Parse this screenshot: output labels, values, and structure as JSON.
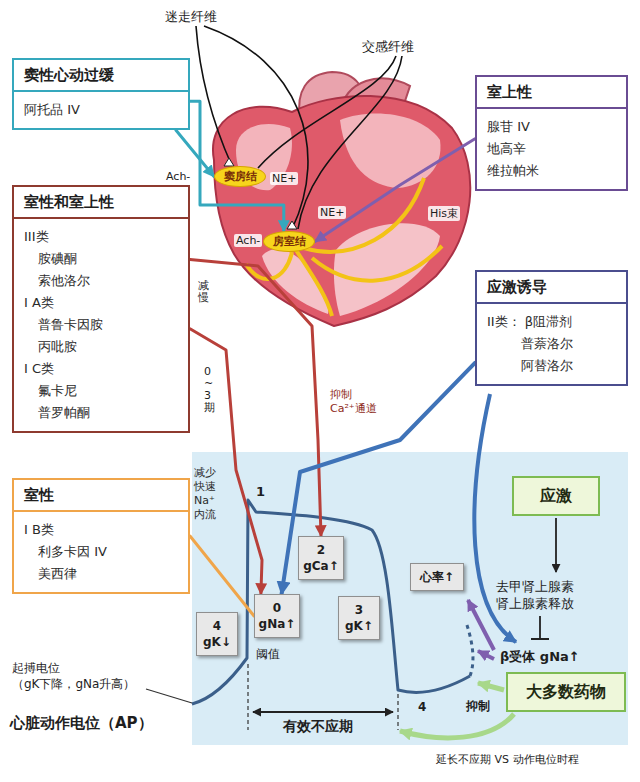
{
  "diagram": {
    "nodes": [
      {
        "text": [
          "窦性心动过缓",
          "阿托品 IV"
        ]
      },
      {
        "text": [
          "室上性",
          "腺苷 IV 地高辛 维拉帕米"
        ]
      },
      {
        "text": [
          "室性和室上性",
          "III类 胺碘酮 索他洛尔 I A类 普鲁卡因胺 丙吡胺 I C类 氟卡尼 普罗帕酮"
        ]
      },
      {
        "text": [
          "应激诱导",
          "II类： β阻滞剂 普萘洛尔 阿替洛尔"
        ]
      },
      {
        "text": [
          "室性",
          "I B类 利多卡因 IV 美西律"
        ]
      },
      {
        "text": [
          "窦房结"
        ]
      },
      {
        "text": [
          "房室结"
        ]
      },
      {
        "text": [
          "应激"
        ]
      },
      {
        "text": [
          "2 gCa↑"
        ]
      },
      {
        "text": [
          "0 gNa↑"
        ]
      },
      {
        "text": [
          "3 gK↑"
        ]
      },
      {
        "text": [
          "4 gK↓"
        ]
      },
      {
        "text": [
          "心率↑"
        ]
      },
      {
        "text": [
          "大多数药物"
        ]
      }
    ],
    "edges": [
      {
        "from": 0,
        "to": 5,
        "arrow": "to"
      },
      {
        "from": 0,
        "to": 6,
        "arrow": "to"
      },
      {
        "from": 1,
        "to": 6,
        "arrow": "to"
      },
      {
        "from": 2,
        "to": 8,
        "label": "抑制 Ca²⁺通道",
        "arrow": "to"
      },
      {
        "from": 2,
        "to": 9,
        "label": "减少 快速 Na⁺ 内流",
        "arrow": "to"
      },
      {
        "from": 4,
        "to": 9,
        "arrow": "none"
      },
      {
        "from": 3,
        "to": 9,
        "arrow": "to"
      }
    ],
    "labels": [
      "迷走纤维",
      "交感纤维",
      "Ach-",
      "NE+",
      "Ach-",
      "NE+",
      "His束",
      "减慢",
      "0~3期",
      "1",
      "阈值",
      "有效不应期",
      "4",
      "抑制",
      "去甲肾上腺素 肾上腺素释放",
      "β受体 gNa↑",
      "起搏电位 （gK下降，gNa升高）",
      "心脏动作电位（AP）",
      "延长不应期 VS 动作电位时程"
    ]
  }
}
